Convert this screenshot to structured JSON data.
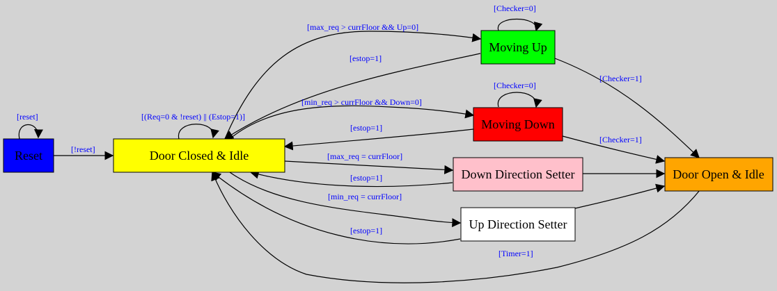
{
  "diagram": {
    "nodes": {
      "reset": {
        "label": "Reset",
        "color": "#0000ff"
      },
      "idle": {
        "label": "Door Closed & Idle",
        "color": "#ffff00"
      },
      "moving_up": {
        "label": "Moving Up",
        "color": "#00ff00"
      },
      "moving_down": {
        "label": "Moving Down",
        "color": "#ff0000"
      },
      "down_setter": {
        "label": "Down Direction Setter",
        "color": "#ffc0cb"
      },
      "up_setter": {
        "label": "Up Direction Setter",
        "color": "#ffffff"
      },
      "door_open": {
        "label": "Door Open & Idle",
        "color": "#ffa500"
      }
    },
    "edges": {
      "reset_self": "[reset]",
      "reset_to_idle": "[!reset]",
      "idle_self": "[(Req=0 & !reset) || (Estop=1)]",
      "idle_to_up": "[max_req > currFloor && Up=0]",
      "up_self": "[Checker=0]",
      "up_to_idle": "[estop=1]",
      "up_to_open": "[Checker=1]",
      "idle_to_down": "[min_req > currFloor && Down=0]",
      "down_self": "[Checker=0]",
      "down_to_idle": "[estop=1]",
      "down_to_open": "[Checker=1]",
      "idle_to_down_setter": "[max_req = currFloor]",
      "down_setter_to_idle": "[estop=1]",
      "idle_to_up_setter": "[min_req = currFloor]",
      "up_setter_to_idle": "[estop=1]",
      "open_to_idle": "[Timer=1]"
    }
  }
}
